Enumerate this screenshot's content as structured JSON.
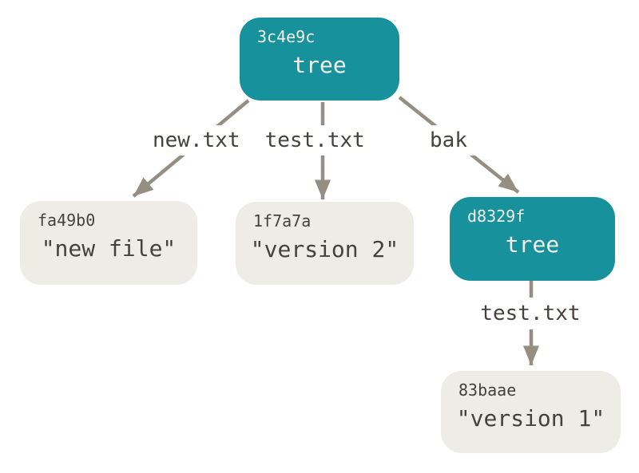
{
  "nodes": [
    {
      "hash": "3c4e9c",
      "label": "tree",
      "kind": "tree"
    },
    {
      "hash": "fa49b0",
      "label": "\"new file\"",
      "kind": "blob"
    },
    {
      "hash": "1f7a7a",
      "label": "\"version 2\"",
      "kind": "blob"
    },
    {
      "hash": "d8329f",
      "label": "tree",
      "kind": "tree"
    },
    {
      "hash": "83baae",
      "label": "\"version 1\"",
      "kind": "blob"
    }
  ],
  "edge_labels": {
    "file1": "new.txt",
    "file2": "test.txt",
    "bak": "bak",
    "test": "test.txt"
  },
  "edges": [
    {
      "from": "3c4e9c",
      "to": "fa49b0",
      "label": "new.txt"
    },
    {
      "from": "3c4e9c",
      "to": "1f7a7a",
      "label": "test.txt"
    },
    {
      "from": "3c4e9c",
      "to": "d8329f",
      "label": "bak"
    },
    {
      "from": "d8329f",
      "to": "83baae",
      "label": "test.txt"
    }
  ],
  "colors": {
    "tree_fill": "#17929C",
    "blob_fill": "#EEEDE5",
    "edge": "#948E83",
    "label_bg": "#FFFFFF",
    "text_dark": "#45413D",
    "text_light": "#F2F1EA"
  }
}
